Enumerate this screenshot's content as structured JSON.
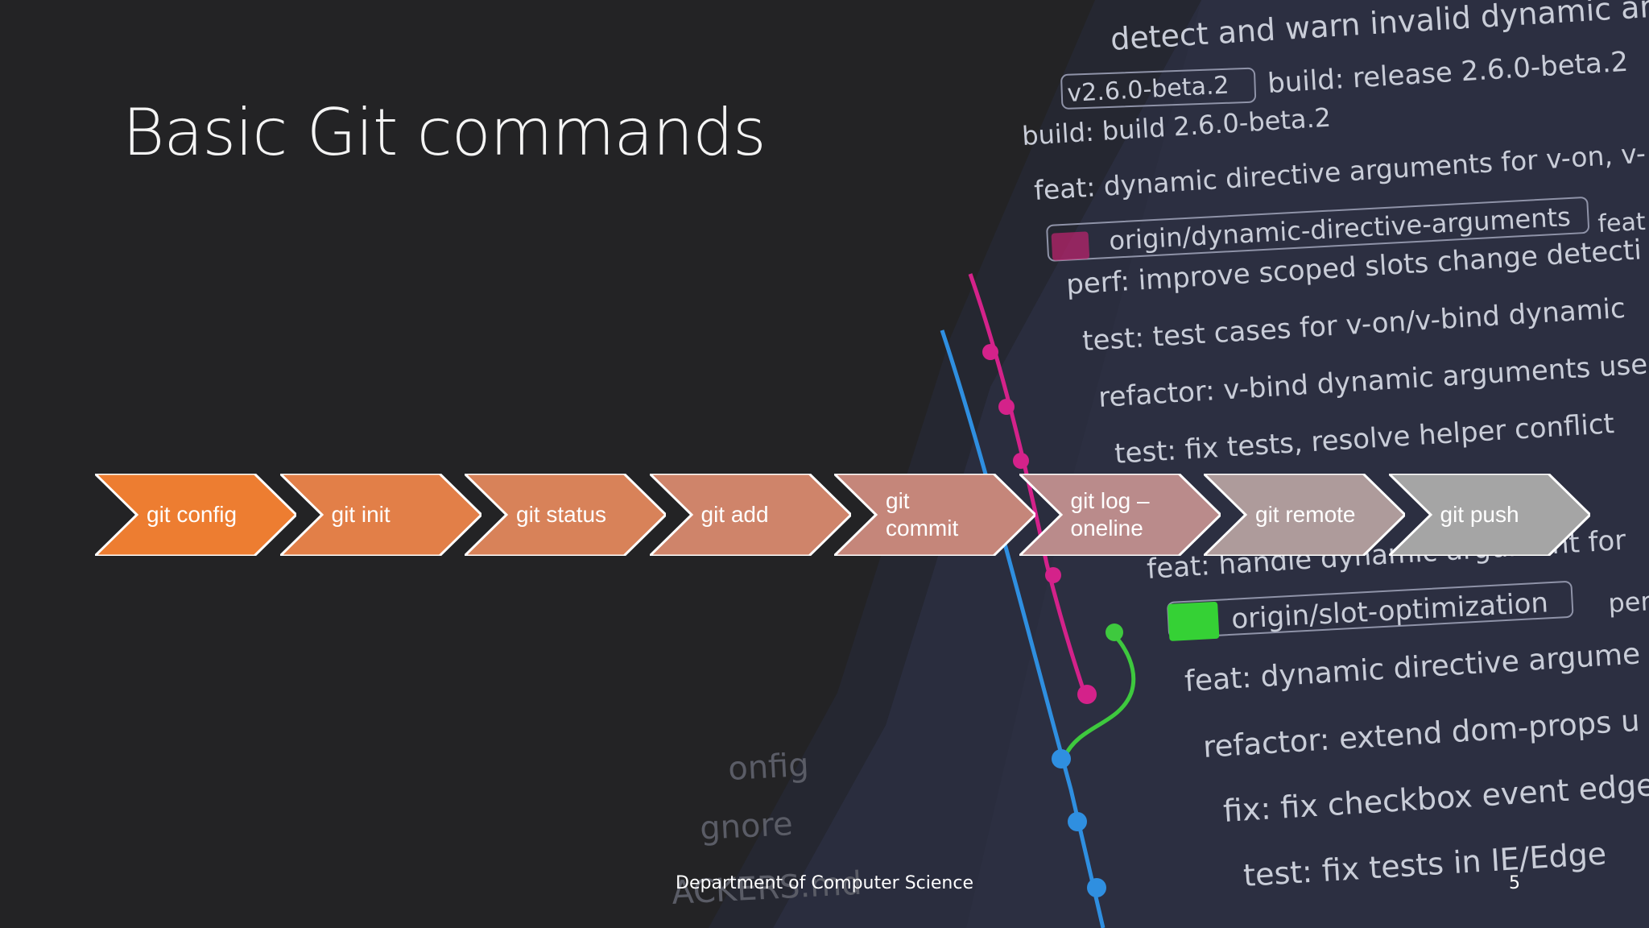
{
  "slide": {
    "title": "Basic Git commands",
    "footer": "Department of Computer Science",
    "page_number": "5"
  },
  "process": {
    "steps": [
      {
        "label": "git config",
        "color": "#ED7D31"
      },
      {
        "label": "git init",
        "color": "#E27F48"
      },
      {
        "label": "git status",
        "color": "#D88259"
      },
      {
        "label": "git add",
        "color": "#CF846A"
      },
      {
        "label": "git\ncommit",
        "color": "#C5867A"
      },
      {
        "label": "git log –\noneline",
        "color": "#BA8B8B"
      },
      {
        "label": "git remote",
        "color": "#AE9B9B"
      },
      {
        "label": "git push",
        "color": "#A5A5A5"
      }
    ]
  },
  "background": {
    "code_lines": [
      "detect and warn invalid dynamic argument ex",
      "build: release 2.6.0-beta.2",
      "build: build 2.6.0-beta.2",
      "feat: dynamic directive arguments for v-on, v-",
      "perf: improve scoped slots change detecti",
      "test: test cases for v-on/v-bind dynamic",
      "refactor: v-bind dynamic arguments use",
      "test: fix tests, resolve helper conflict",
      "feat: handle dynamic argument for",
      "feat: dynamic directive argume",
      "refactor: extend dom-props u",
      "fix: fix checkbox event edge",
      "test: fix tests in IE/Edge"
    ],
    "tags": [
      "v2.6.0-beta.2",
      "origin/dynamic-directive-arguments",
      "origin/slot-optimization"
    ],
    "side_labels": [
      "feat",
      "perf:"
    ],
    "file_names": [
      "onfig",
      "gnore",
      "ACKERS.md"
    ]
  }
}
